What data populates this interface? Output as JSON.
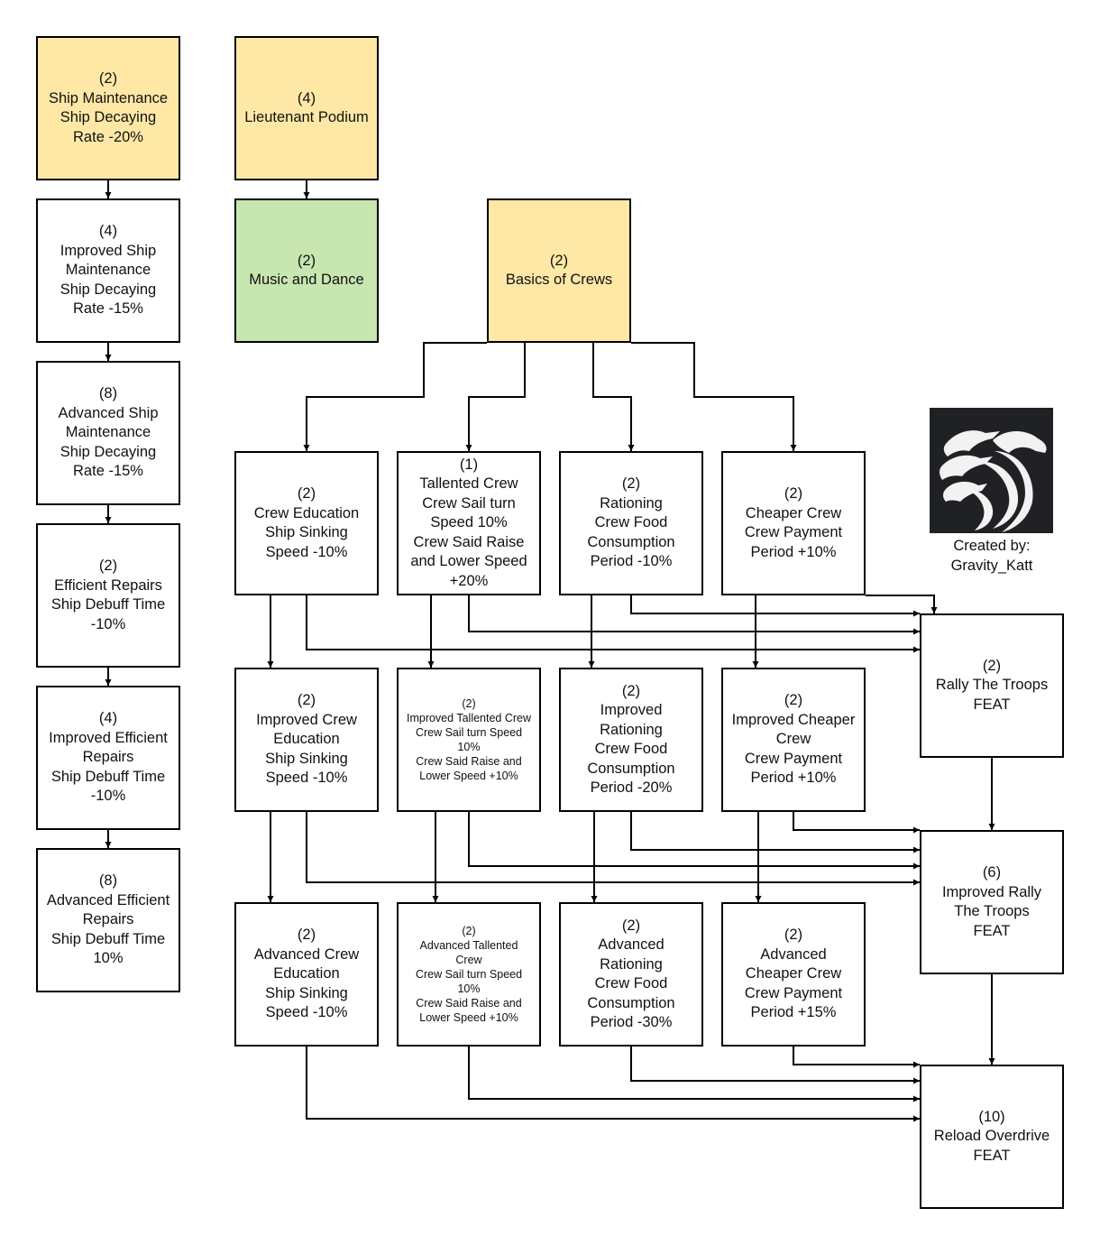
{
  "diagram": {
    "title": "Crew & Ship Skill Tree",
    "colors": {
      "root_yellow": "#ffe8a6",
      "green": "#c7e6b0",
      "default": "#ffffff",
      "line": "#000000"
    },
    "nodes": [
      {
        "id": "ship-maintenance",
        "cost": "(2)",
        "lines": [
          "Ship Maintenance",
          "Ship Decaying",
          "Rate -20%"
        ],
        "color": "yellow"
      },
      {
        "id": "improved-ship-maintenance",
        "cost": "(4)",
        "lines": [
          "Improved Ship",
          "Maintenance",
          "Ship Decaying",
          "Rate -15%"
        ],
        "color": "white"
      },
      {
        "id": "advanced-ship-maintenance",
        "cost": "(8)",
        "lines": [
          "Advanced Ship",
          "Maintenance",
          "Ship Decaying",
          "Rate -15%"
        ],
        "color": "white"
      },
      {
        "id": "efficient-repairs",
        "cost": "(2)",
        "lines": [
          "Efficient Repairs",
          "Ship Debuff Time",
          "-10%"
        ],
        "color": "white"
      },
      {
        "id": "improved-efficient-repairs",
        "cost": "(4)",
        "lines": [
          "Improved Efficient",
          "Repairs",
          "Ship Debuff Time",
          "-10%"
        ],
        "color": "white"
      },
      {
        "id": "advanced-efficient-repairs",
        "cost": "(8)",
        "lines": [
          "Advanced Efficient",
          "Repairs",
          "Ship Debuff Time",
          "10%"
        ],
        "color": "white"
      },
      {
        "id": "lieutenant-podium",
        "cost": "(4)",
        "lines": [
          "Lieutenant Podium"
        ],
        "color": "yellow"
      },
      {
        "id": "music-and-dance",
        "cost": "(2)",
        "lines": [
          "Music and Dance"
        ],
        "color": "green"
      },
      {
        "id": "basics-of-crews",
        "cost": "(2)",
        "lines": [
          "Basics of Crews"
        ],
        "color": "yellow"
      },
      {
        "id": "crew-education",
        "cost": "(2)",
        "lines": [
          "Crew Education",
          "Ship Sinking",
          "Speed -10%"
        ],
        "color": "white"
      },
      {
        "id": "tallented-crew",
        "cost": "(1)",
        "lines": [
          "Tallented Crew",
          "Crew Sail turn",
          "Speed 10%",
          "Crew Said Raise",
          "and Lower Speed",
          "+20%"
        ],
        "color": "white"
      },
      {
        "id": "rationing",
        "cost": "(2)",
        "lines": [
          "Rationing",
          "Crew Food",
          "Consumption",
          "Period -10%"
        ],
        "color": "white"
      },
      {
        "id": "cheaper-crew",
        "cost": "(2)",
        "lines": [
          "Cheaper Crew",
          "Crew Payment",
          "Period +10%"
        ],
        "color": "white"
      },
      {
        "id": "improved-crew-education",
        "cost": "(2)",
        "lines": [
          "Improved Crew",
          "Education",
          "Ship Sinking",
          "Speed -10%"
        ],
        "color": "white"
      },
      {
        "id": "improved-tallented-crew",
        "cost": "(2)",
        "lines": [
          "Improved Tallented Crew",
          "Crew Sail turn Speed",
          "10%",
          "Crew Said Raise and",
          "Lower Speed +10%"
        ],
        "color": "white",
        "small": true
      },
      {
        "id": "improved-rationing",
        "cost": "(2)",
        "lines": [
          "Improved",
          "Rationing",
          "Crew Food",
          "Consumption",
          "Period -20%"
        ],
        "color": "white"
      },
      {
        "id": "improved-cheaper-crew",
        "cost": "(2)",
        "lines": [
          "Improved Cheaper",
          "Crew",
          "Crew Payment",
          "Period +10%"
        ],
        "color": "white"
      },
      {
        "id": "advanced-crew-education",
        "cost": "(2)",
        "lines": [
          "Advanced Crew",
          "Education",
          "Ship Sinking",
          "Speed -10%"
        ],
        "color": "white"
      },
      {
        "id": "advanced-tallented-crew",
        "cost": "(2)",
        "lines": [
          "Advanced Tallented",
          "Crew",
          "Crew Sail turn Speed",
          "10%",
          "Crew Said Raise and",
          "Lower Speed +10%"
        ],
        "color": "white",
        "small": true
      },
      {
        "id": "advanced-rationing",
        "cost": "(2)",
        "lines": [
          "Advanced",
          "Rationing",
          "Crew Food",
          "Consumption",
          "Period -30%"
        ],
        "color": "white"
      },
      {
        "id": "advanced-cheaper-crew",
        "cost": "(2)",
        "lines": [
          "Advanced",
          "Cheaper Crew",
          "Crew Payment",
          "Period +15%"
        ],
        "color": "white"
      },
      {
        "id": "rally-the-troops",
        "cost": "(2)",
        "lines": [
          "Rally The Troops",
          "FEAT"
        ],
        "color": "white"
      },
      {
        "id": "improved-rally-the-troops",
        "cost": "(6)",
        "lines": [
          "Improved Rally",
          "The Troops",
          "FEAT"
        ],
        "color": "white"
      },
      {
        "id": "reload-overdrive",
        "cost": "(10)",
        "lines": [
          "Reload Overdrive",
          "FEAT"
        ],
        "color": "white"
      }
    ],
    "edges": [
      [
        "ship-maintenance",
        "improved-ship-maintenance"
      ],
      [
        "improved-ship-maintenance",
        "advanced-ship-maintenance"
      ],
      [
        "advanced-ship-maintenance",
        "efficient-repairs"
      ],
      [
        "efficient-repairs",
        "improved-efficient-repairs"
      ],
      [
        "improved-efficient-repairs",
        "advanced-efficient-repairs"
      ],
      [
        "lieutenant-podium",
        "music-and-dance"
      ],
      [
        "basics-of-crews",
        "crew-education"
      ],
      [
        "basics-of-crews",
        "tallented-crew"
      ],
      [
        "basics-of-crews",
        "rationing"
      ],
      [
        "basics-of-crews",
        "cheaper-crew"
      ],
      [
        "crew-education",
        "improved-crew-education"
      ],
      [
        "tallented-crew",
        "improved-tallented-crew"
      ],
      [
        "rationing",
        "improved-rationing"
      ],
      [
        "cheaper-crew",
        "improved-cheaper-crew"
      ],
      [
        "improved-crew-education",
        "advanced-crew-education"
      ],
      [
        "improved-tallented-crew",
        "advanced-tallented-crew"
      ],
      [
        "improved-rationing",
        "advanced-rationing"
      ],
      [
        "improved-cheaper-crew",
        "advanced-cheaper-crew"
      ],
      [
        "crew-education",
        "rally-the-troops"
      ],
      [
        "tallented-crew",
        "rally-the-troops"
      ],
      [
        "rationing",
        "rally-the-troops"
      ],
      [
        "cheaper-crew",
        "rally-the-troops"
      ],
      [
        "improved-crew-education",
        "improved-rally-the-troops"
      ],
      [
        "improved-tallented-crew",
        "improved-rally-the-troops"
      ],
      [
        "improved-rationing",
        "improved-rally-the-troops"
      ],
      [
        "improved-cheaper-crew",
        "improved-rally-the-troops"
      ],
      [
        "rally-the-troops",
        "improved-rally-the-troops"
      ],
      [
        "advanced-crew-education",
        "reload-overdrive"
      ],
      [
        "advanced-tallented-crew",
        "reload-overdrive"
      ],
      [
        "advanced-rationing",
        "reload-overdrive"
      ],
      [
        "advanced-cheaper-crew",
        "reload-overdrive"
      ],
      [
        "improved-rally-the-troops",
        "reload-overdrive"
      ]
    ]
  },
  "credit": {
    "logo_icon": "three-headed-dragon-logo",
    "label": "Created by:",
    "author": "Gravity_Katt"
  }
}
